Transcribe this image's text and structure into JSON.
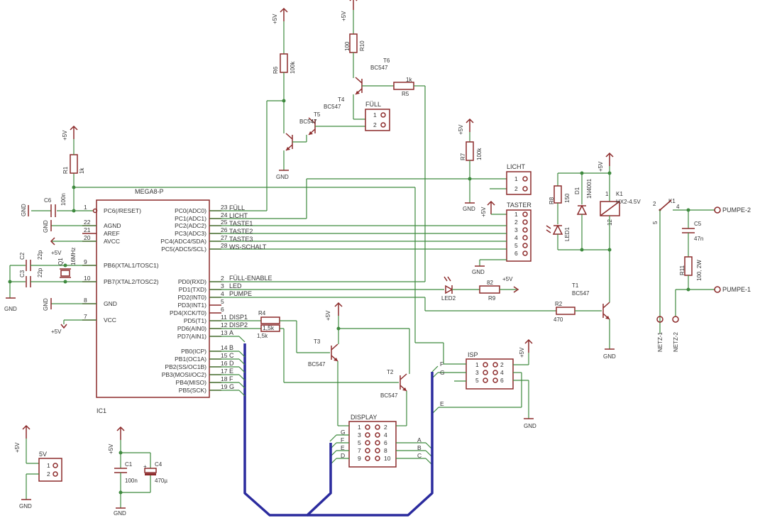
{
  "ic1": {
    "name": "IC1",
    "type": "MEGA8-P",
    "left_pins": [
      {
        "num": "1",
        "label": "PC6(/RESET)"
      },
      {
        "num": "22",
        "label": "AGND"
      },
      {
        "num": "21",
        "label": "AREF"
      },
      {
        "num": "20",
        "label": "AVCC"
      },
      {
        "num": "9",
        "label": "PB6(XTAL1/TOSC1)"
      },
      {
        "num": "10",
        "label": "PB7(XTAL2/TOSC2)"
      },
      {
        "num": "8",
        "label": "GND"
      },
      {
        "num": "7",
        "label": "VCC"
      }
    ],
    "right_pins": [
      {
        "num": "23",
        "label": "PC0(ADC0)"
      },
      {
        "num": "24",
        "label": "PC1(ADC1)"
      },
      {
        "num": "25",
        "label": "PC2(ADC2)"
      },
      {
        "num": "26",
        "label": "PC3(ADC3)"
      },
      {
        "num": "27",
        "label": "PC4(ADC4/SDA)"
      },
      {
        "num": "28",
        "label": "PC5(ADC5/SCL)"
      },
      {
        "num": "2",
        "label": "PD0(RXD)"
      },
      {
        "num": "3",
        "label": "PD1(TXD)"
      },
      {
        "num": "4",
        "label": "PD2(INT0)"
      },
      {
        "num": "5",
        "label": "PD3(INT1)"
      },
      {
        "num": "6",
        "label": "PD4(XCK/T0)"
      },
      {
        "num": "11",
        "label": "PD5(T1)"
      },
      {
        "num": "12",
        "label": "PD6(AIN0)"
      },
      {
        "num": "13",
        "label": "PD7(AIN1)"
      },
      {
        "num": "14",
        "label": "PB0(ICP)"
      },
      {
        "num": "15",
        "label": "PB1(OC1A)"
      },
      {
        "num": "16",
        "label": "PB2(SS/OC1B)"
      },
      {
        "num": "17",
        "label": "PB3(MOSI/OC2)"
      },
      {
        "num": "18",
        "label": "PB4(MISO)"
      },
      {
        "num": "19",
        "label": "PB5(SCK)"
      }
    ]
  },
  "nets": {
    "fuell": "FÜLL",
    "licht": "LICHT",
    "taste1": "TASTE1",
    "taste2": "TASTE2",
    "taste3": "TASTE3",
    "ws": "WS-SCHALT",
    "fuell_enable": "FÜLL-ENABLE",
    "led": "LED",
    "pumpe": "PUMPE",
    "disp1": "DISP1",
    "disp2": "DISP2",
    "a": "A",
    "b": "B",
    "c": "C",
    "d": "D",
    "e": "E",
    "f": "F",
    "g": "G"
  },
  "power": {
    "vcc": "+5V",
    "gnd": "GND"
  },
  "parts": {
    "r1": {
      "name": "R1",
      "value": "1k"
    },
    "r4": {
      "name": "R4",
      "value": "1,5k"
    },
    "r5": {
      "name": "R5",
      "value": "1k"
    },
    "r6": {
      "name": "R6",
      "value": "100k"
    },
    "r7": {
      "name": "R7",
      "value": "100k"
    },
    "r8": {
      "name": "R8",
      "value": "150"
    },
    "r9": {
      "name": "R9",
      "value": "82"
    },
    "r10": {
      "name": "R10",
      "value": "100"
    },
    "r11": {
      "name": "R11",
      "value": "100, 2W"
    },
    "r2": {
      "name": "R2",
      "value": "470"
    },
    "c1": {
      "name": "C1",
      "value": "100n"
    },
    "c2": {
      "name": "C2",
      "value": "22p"
    },
    "c3": {
      "name": "C3",
      "value": "22p"
    },
    "c4": {
      "name": "C4",
      "value": "470µ"
    },
    "c5": {
      "name": "C5",
      "value": "47n"
    },
    "c6": {
      "name": "C6",
      "value": "100n"
    },
    "q1": {
      "name": "Q1",
      "value": "16MHz"
    },
    "t1": {
      "name": "T1",
      "value": "BC547"
    },
    "t2": {
      "name": "T2",
      "value": "BC547"
    },
    "t3": {
      "name": "T3",
      "value": "BC547"
    },
    "t4": {
      "name": "T4",
      "value": "BC547"
    },
    "t5": {
      "name": "T5",
      "value": "BC547"
    },
    "t6": {
      "name": "T6",
      "value": "BC547"
    },
    "d1": {
      "name": "D1",
      "value": "1N4001"
    },
    "led1": {
      "name": "LED1"
    },
    "led2": {
      "name": "LED2"
    },
    "k1": {
      "name": "K1",
      "value": "HX2-4.5V"
    },
    "k1s": {
      "name": "K1"
    }
  },
  "connectors": {
    "fuell": {
      "name": "FÜLL"
    },
    "licht": {
      "name": "LICHT"
    },
    "taster": {
      "name": "TASTER"
    },
    "isp": {
      "name": "ISP"
    },
    "display": {
      "name": "DISPLAY"
    },
    "v5": {
      "name": "5V"
    },
    "pumpe1": "PUMPE-1",
    "pumpe2": "PUMPE-2",
    "netz1": "NETZ-1",
    "netz2": "NETZ-2"
  },
  "pins": {
    "p1": "1",
    "p2": "2",
    "p3": "3",
    "p4": "4",
    "p5": "5",
    "p6": "6",
    "p7": "7",
    "p8": "8",
    "p9": "9",
    "p10": "10",
    "p12": "12"
  }
}
